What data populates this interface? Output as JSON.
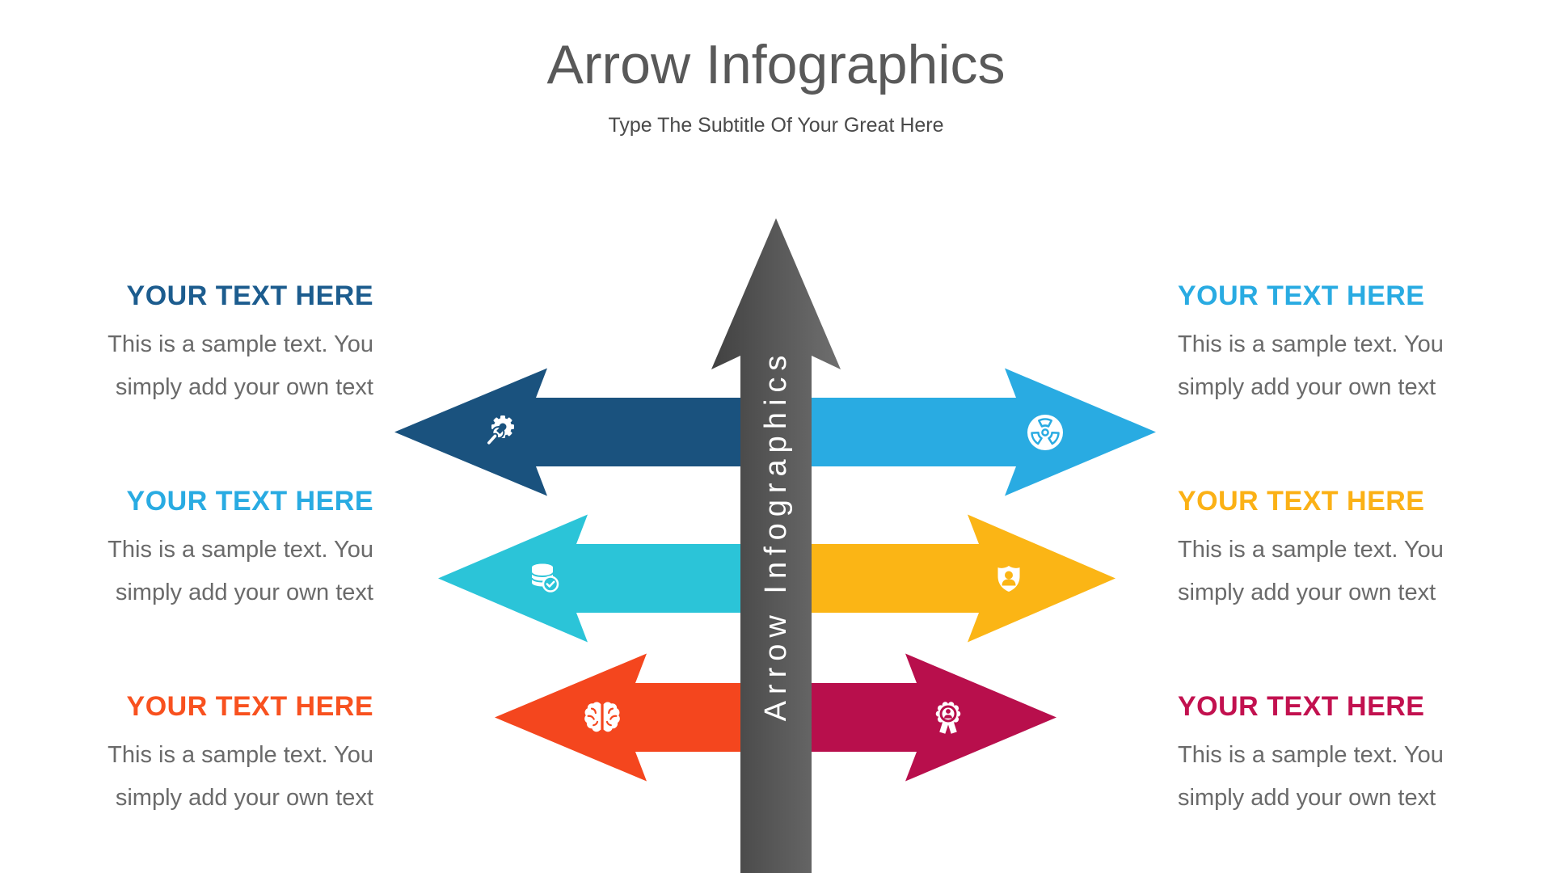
{
  "slide": {
    "title": "Arrow Infographics",
    "subtitle": "Type The Subtitle Of Your Great Here",
    "title_color": "#595959",
    "subtitle_color": "#4A4A4A",
    "background_color": "#FFFFFF"
  },
  "center_arrow": {
    "label": "Arrow Infographics",
    "label_color": "#FFFFFF",
    "gradient_start": "#414141",
    "gradient_end": "#6F6F6F"
  },
  "body_text_color": "#6A6A6A",
  "items": [
    {
      "position": "top-left",
      "heading": "YOUR TEXT HERE",
      "heading_color": "#1C5C8E",
      "body_line1": "This is a sample text. You",
      "body_line2": "simply add your own text",
      "arrow_color": "#1A527E",
      "icon": "wrench-gear-icon"
    },
    {
      "position": "top-right",
      "heading": "YOUR TEXT HERE",
      "heading_color": "#29ABE2",
      "body_line1": "This is a sample text. You",
      "body_line2": "simply add your own text",
      "arrow_color": "#29ABE2",
      "icon": "radiation-icon"
    },
    {
      "position": "middle-left",
      "heading": "YOUR TEXT HERE",
      "heading_color": "#29ABE2",
      "body_line1": "This is a sample text. You",
      "body_line2": "simply add your own text",
      "arrow_color": "#2BC4D8",
      "icon": "database-check-icon"
    },
    {
      "position": "middle-right",
      "heading": "YOUR TEXT HERE",
      "heading_color": "#FBB116",
      "body_line1": "This is a sample text. You",
      "body_line2": "simply add your own text",
      "arrow_color": "#FBB515",
      "icon": "shield-user-icon"
    },
    {
      "position": "bottom-left",
      "heading": "YOUR TEXT HERE",
      "heading_color": "#F8511F",
      "body_line1": "This is a sample text. You",
      "body_line2": "simply add your own text",
      "arrow_color": "#F4461E",
      "icon": "brain-icon"
    },
    {
      "position": "bottom-right",
      "heading": "YOUR TEXT HERE",
      "heading_color": "#C2114F",
      "body_line1": "This is a sample text. You",
      "body_line2": "simply add your own text",
      "arrow_color": "#B80F4C",
      "icon": "award-user-icon"
    }
  ]
}
